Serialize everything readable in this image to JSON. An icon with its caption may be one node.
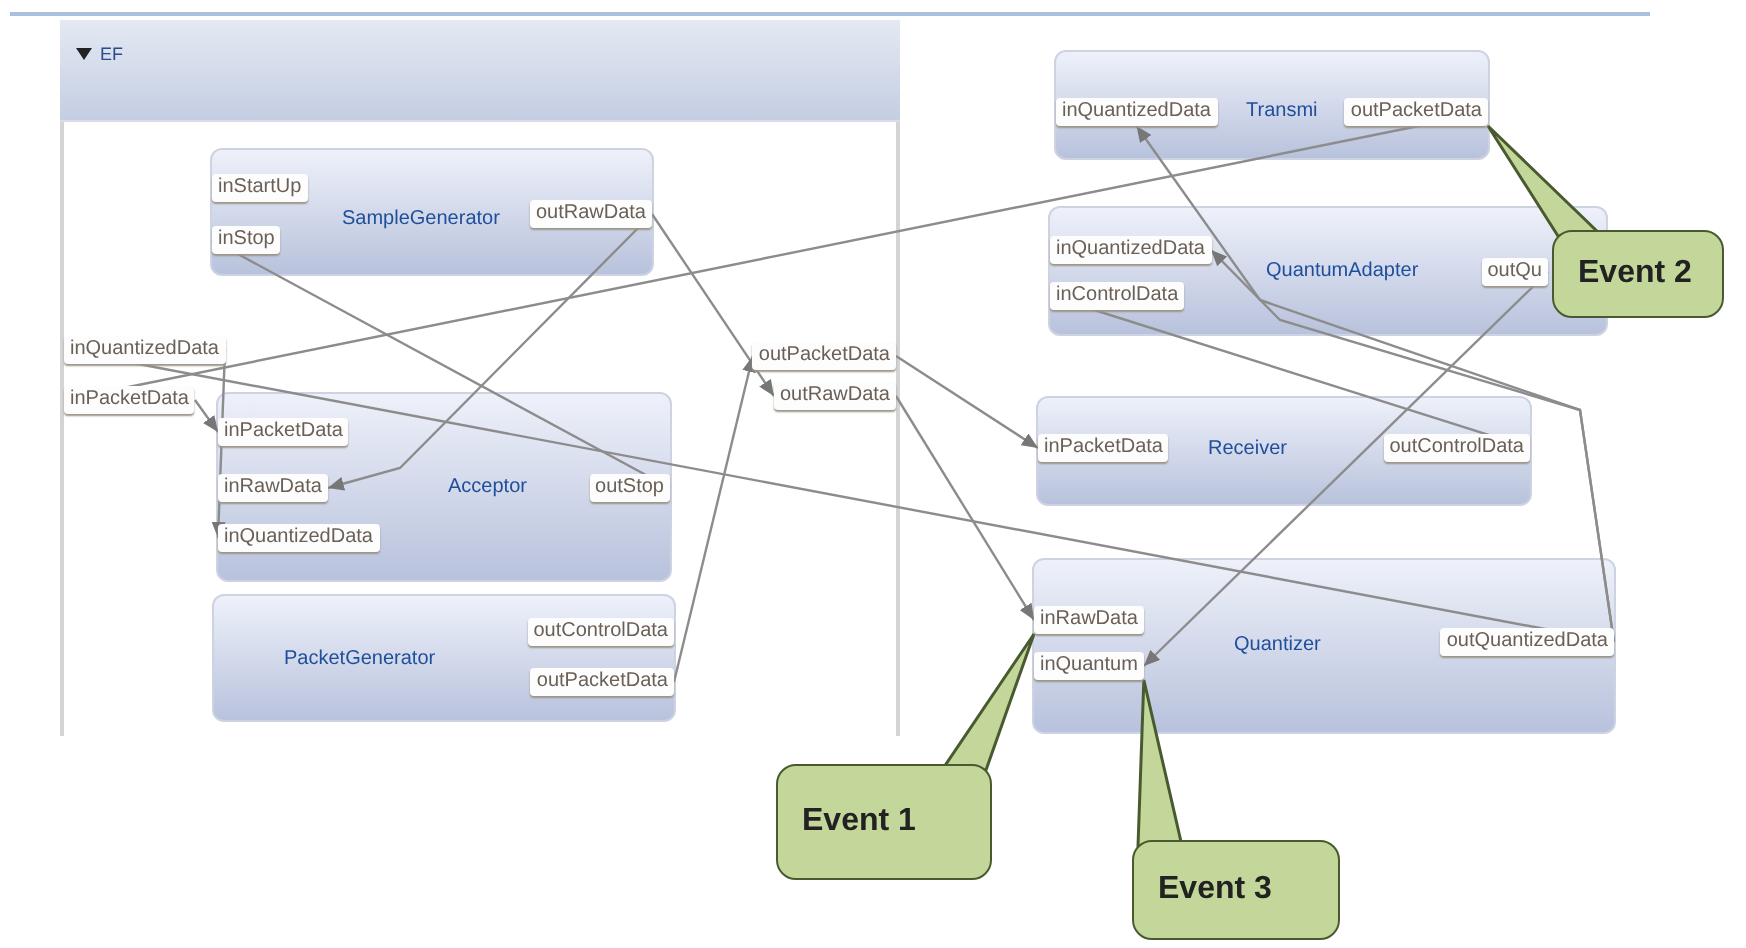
{
  "diagram": {
    "nodes": [
      {
        "text": [
          "EF"
        ]
      },
      {
        "text": [
          "SampleGenerator"
        ],
        "in": 0
      },
      {
        "text": [
          "inStartUp"
        ],
        "in": 1
      },
      {
        "text": [
          "inStop"
        ],
        "in": 1
      },
      {
        "text": [
          "outRawData"
        ],
        "in": 1
      },
      {
        "text": [
          "inQuantizedData"
        ],
        "in": 0
      },
      {
        "text": [
          "inPacketData"
        ],
        "in": 0
      },
      {
        "text": [
          "outPacketData"
        ],
        "in": 0
      },
      {
        "text": [
          "outRawData"
        ],
        "in": 0
      },
      {
        "text": [
          "Acceptor"
        ],
        "in": 0
      },
      {
        "text": [
          "inPacketData"
        ],
        "in": 9
      },
      {
        "text": [
          "inRawData"
        ],
        "in": 9
      },
      {
        "text": [
          "inQuantizedData"
        ],
        "in": 9
      },
      {
        "text": [
          "outStop"
        ],
        "in": 9
      },
      {
        "text": [
          "PacketGenerator"
        ],
        "in": 0
      },
      {
        "text": [
          "outControlData"
        ],
        "in": 14
      },
      {
        "text": [
          "outPacketData"
        ],
        "in": 14
      },
      {
        "text": [
          "Transmi"
        ]
      },
      {
        "text": [
          "inQuantizedData"
        ],
        "in": 17
      },
      {
        "text": [
          "outPacketData"
        ],
        "in": 17
      },
      {
        "text": [
          "QuantumAdapter"
        ]
      },
      {
        "text": [
          "inQuantizedData"
        ],
        "in": 20
      },
      {
        "text": [
          "inControlData"
        ],
        "in": 20
      },
      {
        "text": [
          "outQu"
        ],
        "in": 20
      },
      {
        "text": [
          "Receiver"
        ]
      },
      {
        "text": [
          "inPacketData"
        ],
        "in": 24
      },
      {
        "text": [
          "outControlData"
        ],
        "in": 24
      },
      {
        "text": [
          "Quantizer"
        ]
      },
      {
        "text": [
          "inRawData"
        ],
        "in": 27
      },
      {
        "text": [
          "inQuantum"
        ],
        "in": 27
      },
      {
        "text": [
          "outQuantizedData"
        ],
        "in": 27
      },
      {
        "text": [
          "Event 2"
        ]
      },
      {
        "text": [
          "Event 1"
        ]
      },
      {
        "text": [
          "Event 3"
        ]
      }
    ],
    "edges": [
      {
        "from": 4,
        "to": 11,
        "arrow": "to"
      },
      {
        "from": 4,
        "to": 8,
        "arrow": "to"
      },
      {
        "from": 16,
        "to": 7,
        "arrow": "to"
      },
      {
        "from": 13,
        "to": 3,
        "arrow": "to"
      },
      {
        "from": 5,
        "to": 12,
        "arrow": "to"
      },
      {
        "from": 6,
        "to": 10,
        "arrow": "to"
      },
      {
        "from": 19,
        "to": 6,
        "arrow": "to"
      },
      {
        "from": 30,
        "to": 5,
        "arrow": "to"
      },
      {
        "from": 7,
        "to": 25,
        "arrow": "to"
      },
      {
        "from": 8,
        "to": 28,
        "arrow": "to"
      },
      {
        "from": 23,
        "to": 29,
        "arrow": "to"
      },
      {
        "from": 30,
        "to": 18,
        "arrow": "to"
      },
      {
        "from": 30,
        "to": 21,
        "arrow": "to"
      },
      {
        "from": 26,
        "to": 22,
        "arrow": "to"
      },
      {
        "from": 31,
        "to": 19,
        "arrow": "none"
      },
      {
        "from": 32,
        "to": 28,
        "arrow": "none"
      },
      {
        "from": 33,
        "to": 29,
        "arrow": "none"
      }
    ]
  }
}
